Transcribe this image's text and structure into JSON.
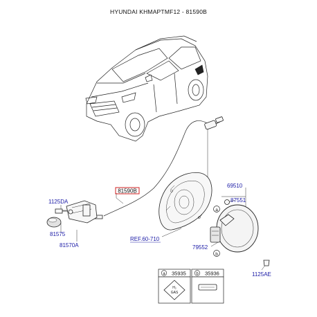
{
  "header": {
    "title": "HYUNDAI KHMAPTMF12 - 81590B"
  },
  "labels": {
    "cable_highlight": "81590B",
    "bolt_left": "1125DA",
    "cap_left": "81575",
    "latch_assy": "81570A",
    "ref": "REF.60-710",
    "filler_assy": "69510",
    "bumper": "87551",
    "housing": "79552",
    "screw_right": "1125AE"
  },
  "legend": {
    "left": {
      "marker": "a",
      "code": "35935",
      "plate_line1": "H₂",
      "plate_line2": "GAS"
    },
    "right": {
      "marker": "b",
      "code": "35936"
    }
  },
  "callouts": {
    "a": "a",
    "b": "b"
  },
  "colors": {
    "label_blue": "#1a1aa6",
    "highlight_red": "#d02020",
    "line": "#222222"
  }
}
